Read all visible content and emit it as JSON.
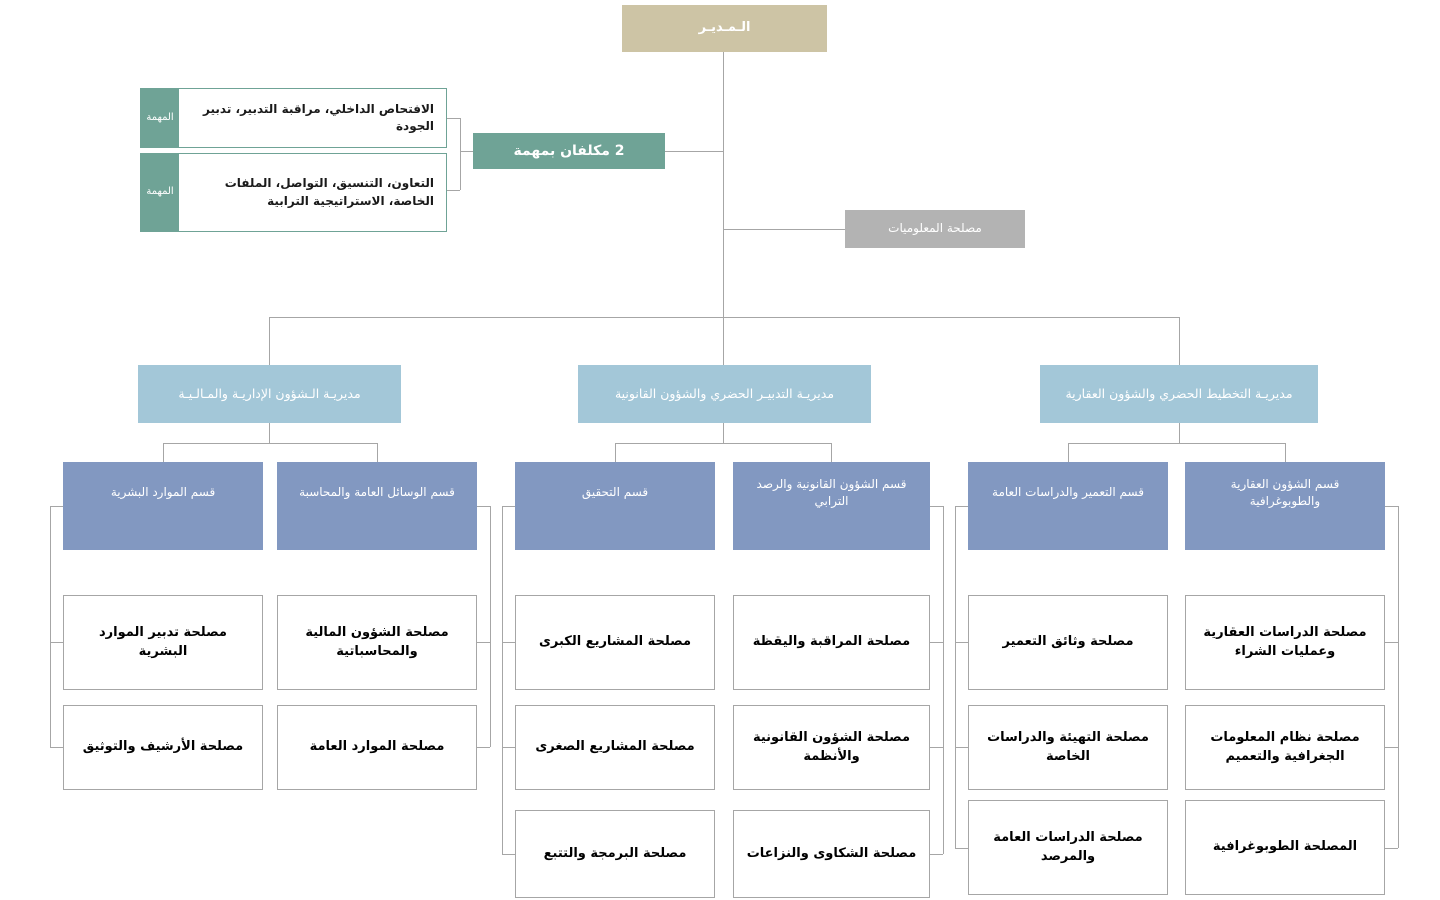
{
  "colors": {
    "director_bg": "#cdc4a5",
    "teal": "#6fa396",
    "gray_box": "#b3b3b3",
    "directorate_bg": "#a3c7d8",
    "division_bg": "#8298c1",
    "line": "#a6a6a6"
  },
  "director": {
    "label": "الـمـديـر"
  },
  "charges_mission": {
    "badge_label": "2 مكلفان بمهمة",
    "tab_label": "المهمة",
    "missions": [
      {
        "text": "الافتحاص الداخلي، مراقبة التدبير، تدبير الجودة"
      },
      {
        "text": "التعاون، التنسيق، التواصل، الملفات الخاصة، الاستراتيجية الترابية"
      }
    ]
  },
  "information_service": {
    "label": "مصلحة المعلوميات"
  },
  "directorates": [
    {
      "label": "مديريـة الـشؤون الإداريـة والمـالـيـة",
      "divisions": [
        {
          "label": "قسم الموارد البشرية",
          "services": [
            "مصلحة تدبير الموارد البشرية",
            "مصلحة الأرشيف والتوثيق"
          ]
        },
        {
          "label": "قسم الوسائل العامة والمحاسبة",
          "services": [
            "مصلحة الشؤون المالية والمحاسباتية",
            "مصلحة الموارد العامة"
          ]
        }
      ]
    },
    {
      "label": "مديريـة التدبيـر الحضري والشؤون القانونية",
      "divisions": [
        {
          "label": "قسم التحقيق",
          "services": [
            "مصلحة المشاريع الكبرى",
            "مصلحة المشاريع الصغرى",
            "مصلحة البرمجة والتتبع"
          ]
        },
        {
          "label": "قسم الشؤون القانونية والرصد الترابي",
          "services": [
            "مصلحة المراقبة واليقظة",
            "مصلحة الشؤون القانونية والأنظمة",
            "مصلحة الشكاوى والنزاعات"
          ]
        }
      ]
    },
    {
      "label": "مديريـة التخطيط الحضري والشؤون العقارية",
      "divisions": [
        {
          "label": "قسم التعمير والدراسات العامة",
          "services": [
            "مصلحة وثائق التعمير",
            "مصلحة التهيئة والدراسات الخاصة",
            "مصلحة الدراسات العامة والمرصد"
          ]
        },
        {
          "label": "قسم الشؤون العقارية والطوبوغرافية",
          "services": [
            "مصلحة الدراسات العقارية وعمليات الشراء",
            "مصلحة نظام المعلومات الجغرافية والتعميم",
            "المصلحة الطوبوغرافية"
          ]
        }
      ]
    }
  ]
}
